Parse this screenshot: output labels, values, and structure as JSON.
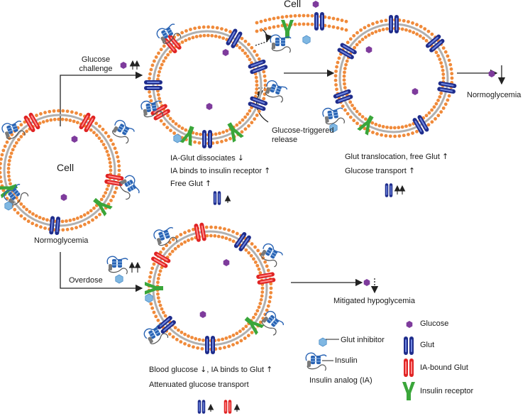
{
  "cells": {
    "resting_label": "Cell",
    "distant_label": "Cell"
  },
  "states": {
    "normoglycemia": "Normoglycemia",
    "normoglycemia_result": "Normoglycemia",
    "mitigated": "Mitigated hypoglycemia"
  },
  "paths": {
    "glucose_challenge": [
      "Glucose",
      "challenge"
    ],
    "overdose": "Overdose"
  },
  "release_text": [
    "Glucose-triggered",
    "release"
  ],
  "notes": {
    "top_middle": {
      "line1": "IA-Glut dissociates",
      "line2": "IA binds to insulin receptor",
      "line3": "Free Glut"
    },
    "top_right": {
      "line1": "Glut translocation, free Glut",
      "line2": "Glucose transport"
    },
    "bottom": {
      "line1a": "Blood glucose",
      "line1b": ", IA binds to Glut",
      "line2": "Attenuated glucose transport"
    }
  },
  "analog": {
    "glut_inhibitor": "Glut inhibitor",
    "insulin": "Insulin",
    "name": "Insulin analog (IA)"
  },
  "legend": {
    "glucose": "Glucose",
    "glut": "Glut",
    "ia_bound_glut": "IA-bound Glut",
    "insulin_receptor": "Insulin receptor"
  },
  "colors": {
    "membrane_head": "#f08a3a",
    "glucose": "#7e3b9c",
    "glut": "#1f2d8c",
    "ia_bound_glut": "#e02424",
    "insulin_receptor": "#3aa63a",
    "insulin_helix": "#2a64b4",
    "glut_inhibitor": "#7fb7e2"
  }
}
